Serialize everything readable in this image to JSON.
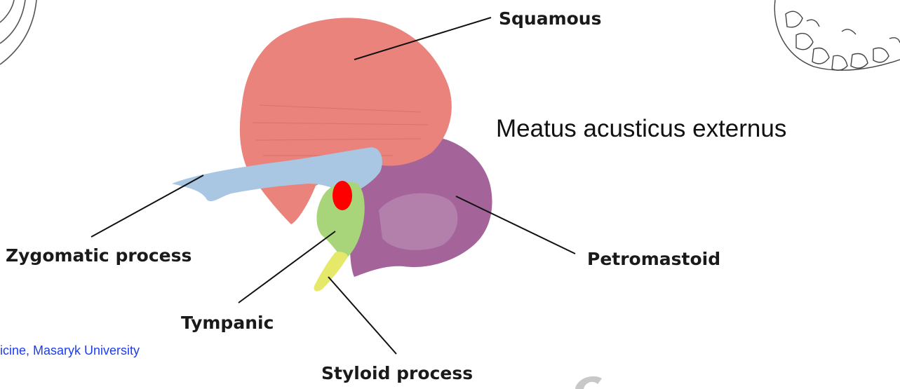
{
  "labels": {
    "squamous": "Squamous",
    "zygomatic": "Zygomatic process",
    "tympanic": "Tympanic",
    "styloid": "Styloid process",
    "petromastoid": "Petromastoid",
    "meatus": "Meatus acusticus externus"
  },
  "credit": "icine, Masaryk University",
  "colors": {
    "squamous": "#e9837c",
    "zygomatic": "#a9c6e3",
    "tympanic": "#a9d57a",
    "styloid": "#e6e86a",
    "petromastoid": "#a4649a",
    "meatus_marker": "#ff0000",
    "credit_text": "#1d3cf0"
  }
}
